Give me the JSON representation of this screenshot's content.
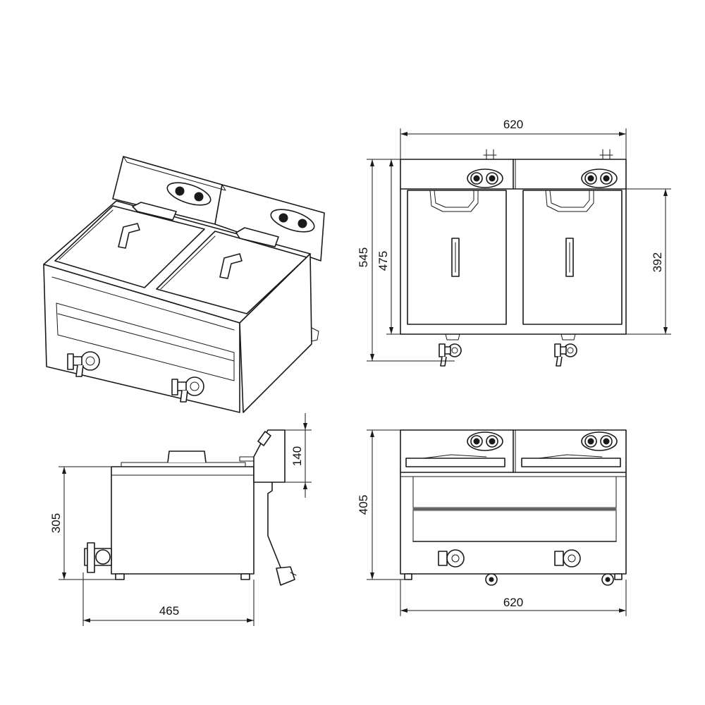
{
  "diagram": {
    "dimensions": {
      "top_view_width": "620",
      "front_view_height_total": "545",
      "front_view_height_body": "475",
      "front_view_height_basket": "392",
      "side_view_height_panel": "140",
      "side_view_height_body": "305",
      "side_view_depth": "465",
      "back_view_height": "405",
      "back_view_width": "620"
    }
  }
}
